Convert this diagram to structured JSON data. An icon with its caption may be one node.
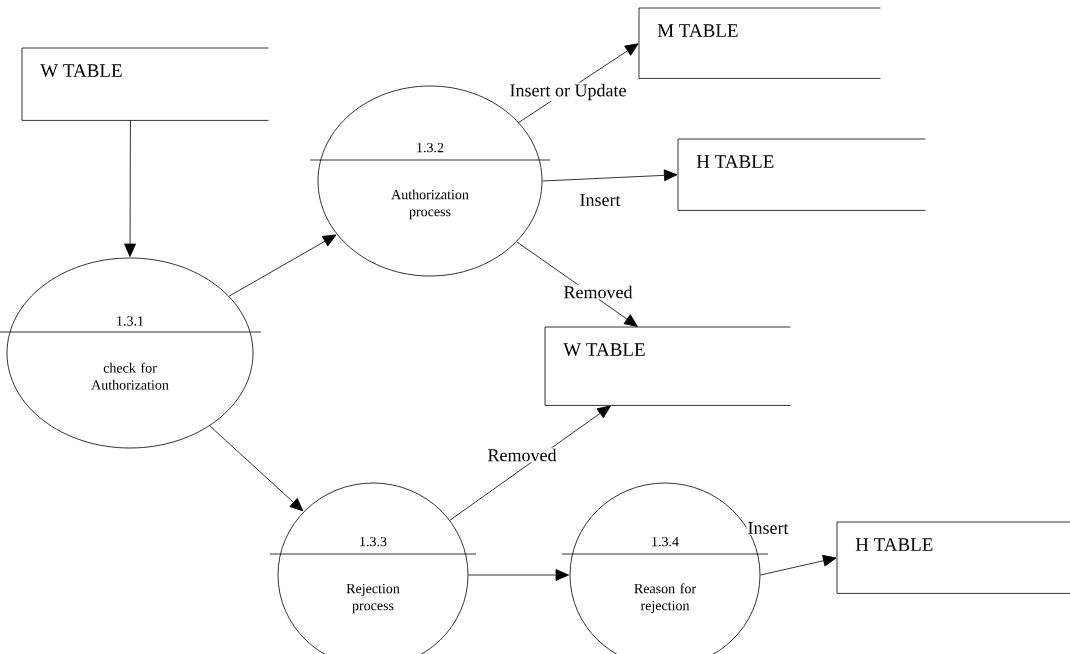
{
  "diagram": {
    "nodes": [
      {
        "text": [
          "W  TABLE"
        ]
      },
      {
        "text": [
          "1.3.1",
          "check for Authorization"
        ]
      },
      {
        "text": [
          "1.3.2",
          "Authorization process"
        ]
      },
      {
        "text": [
          "M  TABLE"
        ]
      },
      {
        "text": [
          "H  TABLE"
        ]
      },
      {
        "text": [
          "W  TABLE"
        ]
      },
      {
        "text": [
          "1.3.3",
          "Rejection process"
        ]
      },
      {
        "text": [
          "1.3.4",
          "Reason for rejection"
        ]
      },
      {
        "text": [
          "H  TABLE"
        ]
      }
    ],
    "edges": [
      {
        "from": 0,
        "to": 1,
        "arrow": "to"
      },
      {
        "from": 1,
        "to": 2,
        "arrow": "to"
      },
      {
        "from": 2,
        "to": 3,
        "arrow": "to",
        "label": "Insert or Update"
      },
      {
        "from": 2,
        "to": 4,
        "arrow": "to",
        "label": "Insert"
      },
      {
        "from": 2,
        "to": 5,
        "arrow": "to",
        "label": "Removed"
      },
      {
        "from": 1,
        "to": 6,
        "arrow": "to"
      },
      {
        "from": 6,
        "to": 5,
        "arrow": "to",
        "label": "Removed"
      },
      {
        "from": 6,
        "to": 7,
        "arrow": "to"
      },
      {
        "from": 7,
        "to": 8,
        "arrow": "to",
        "label": "Insert"
      }
    ]
  }
}
